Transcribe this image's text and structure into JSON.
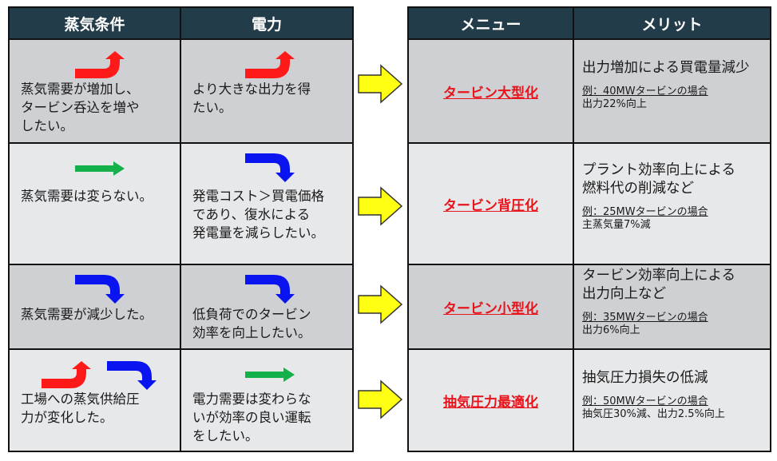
{
  "headers": {
    "steam": "蒸気条件",
    "power": "電力",
    "menu": "メニュー",
    "merit": "メリット"
  },
  "rows": [
    {
      "steam_icons": [
        "red-up-arrow-icon"
      ],
      "steam_lines": [
        "蒸気需要が増加し、",
        "タービン呑込を増や",
        "したい。"
      ],
      "power_icons": [
        "red-up-arrow-icon"
      ],
      "power_lines": [
        "より大きな出力を得",
        "たい。"
      ],
      "menu": "タービン大型化",
      "merit_lines": [
        "出力増加による買電量減少"
      ],
      "example": "例：40MWタービンの場合",
      "result": "出力22%向上"
    },
    {
      "steam_icons": [
        "green-right-arrow-icon"
      ],
      "steam_lines": [
        "蒸気需要は変らない。"
      ],
      "power_icons": [
        "blue-down-arrow-icon"
      ],
      "power_lines": [
        "発電コスト＞買電価格",
        "であり、復水による",
        "発電量を減らしたい。"
      ],
      "menu": "タービン背圧化",
      "merit_lines": [
        "プラント効率向上による",
        "燃料代の削減など"
      ],
      "example": "例：25MWタービンの場合",
      "result": "主蒸気量7%減"
    },
    {
      "steam_icons": [
        "blue-down-arrow-icon"
      ],
      "steam_lines": [
        "蒸気需要が減少した。"
      ],
      "power_icons": [
        "blue-down-arrow-icon"
      ],
      "power_lines": [
        "低負荷でのタービン",
        "効率を向上したい。"
      ],
      "menu": "タービン小型化",
      "merit_lines": [
        "タービン効率向上による",
        "出力向上など"
      ],
      "example": "例：35MWタービンの場合",
      "result": "出力6%向上"
    },
    {
      "steam_icons": [
        "red-up-arrow-icon",
        "blue-down-arrow-icon"
      ],
      "steam_lines": [
        "工場への蒸気供給圧",
        "力が変化した。"
      ],
      "power_icons": [
        "green-right-arrow-icon"
      ],
      "power_lines": [
        "電力需要は変わらな",
        "いが効率の良い運転",
        "をしたい。"
      ],
      "menu": "抽気圧力最適化",
      "merit_lines": [
        "抽気圧力損失の低減"
      ],
      "example": "例：50MWタービンの場合",
      "result": "抽気圧30%減、出力2.5%向上"
    }
  ],
  "colors": {
    "header_bg": "#233c49",
    "menu_text": "#e8141c",
    "up_arrow": "#ff1a1a",
    "down_arrow": "#0a14f0",
    "flat_arrow": "#14b04a",
    "flow_arrow": "#ffff14"
  }
}
